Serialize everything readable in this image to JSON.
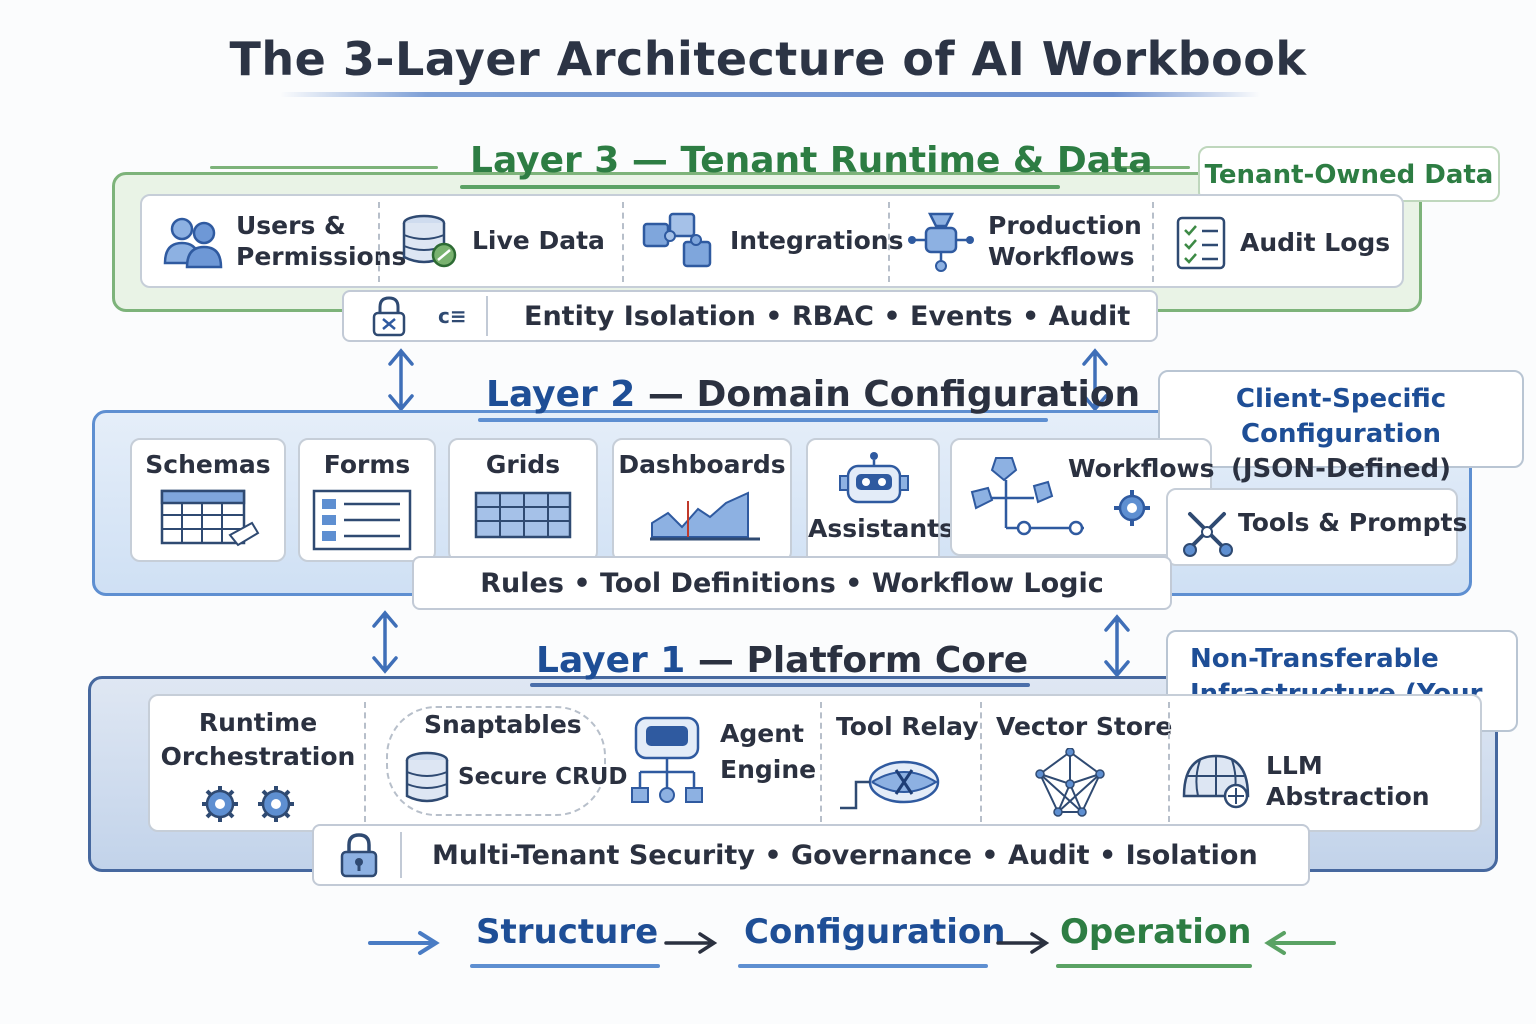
{
  "title": "The 3-Layer Architecture of AI Workbook",
  "layer3": {
    "prefix": "Layer 3",
    "name": "Tenant Runtime & Data",
    "tag": "Tenant-Owned Data",
    "items": [
      {
        "label_1": "Users &",
        "label_2": "Permissions",
        "icon": "users-icon"
      },
      {
        "label_1": "Live Data",
        "icon": "database-icon"
      },
      {
        "label_1": "Integrations",
        "icon": "puzzle-icon"
      },
      {
        "label_1": "Production",
        "label_2": "Workflows",
        "icon": "workflow-icon"
      },
      {
        "label_1": "Audit Logs",
        "icon": "checklist-icon"
      }
    ],
    "bar": "Entity Isolation • RBAC • Events • Audit",
    "bar_icon_glyph": "c≡"
  },
  "layer2": {
    "prefix": "Layer 2",
    "name": "Domain Configuration",
    "tag_1": "Client-Specific Configuration",
    "tag_2": "(JSON-Defined)",
    "items": [
      {
        "label": "Schemas",
        "icon": "table-icon"
      },
      {
        "label": "Forms",
        "icon": "form-icon"
      },
      {
        "label": "Grids",
        "icon": "grid-icon"
      },
      {
        "label": "Dashboards",
        "icon": "chart-icon"
      },
      {
        "label": "Assistants",
        "icon": "robot-icon"
      },
      {
        "label": "Workflows",
        "icon": "flow-icon"
      },
      {
        "label": "Tools & Prompts",
        "icon": "tools-icon"
      }
    ],
    "bar": "Rules • Tool Definitions • Workflow Logic"
  },
  "layer1": {
    "prefix": "Layer 1",
    "name": "Platform Core",
    "tag_1": "Non-Transferable",
    "tag_2": "Infrastructure (Your IP)",
    "items": [
      {
        "label_1": "Runtime",
        "label_2": "Orchestration",
        "icon": "gears-icon"
      },
      {
        "label_1": "Snaptables",
        "label_2": "Secure CRUD",
        "icon": "database-icon"
      },
      {
        "label_1": "Agent",
        "label_2": "Engine",
        "icon": "agent-icon"
      },
      {
        "label_1": "Tool Relay",
        "icon": "relay-icon"
      },
      {
        "label_1": "Vector Store",
        "icon": "network-icon"
      },
      {
        "label_1": "LLM Abstraction",
        "icon": "globe-icon"
      }
    ],
    "bar": "Multi-Tenant Security • Governance • Audit • Isolation"
  },
  "flow": {
    "step1": "Structure",
    "step2": "Configuration",
    "step3": "Operation"
  },
  "colors": {
    "green": "#2d7d43",
    "blue": "#1e4e96",
    "dark": "#2b3140"
  }
}
